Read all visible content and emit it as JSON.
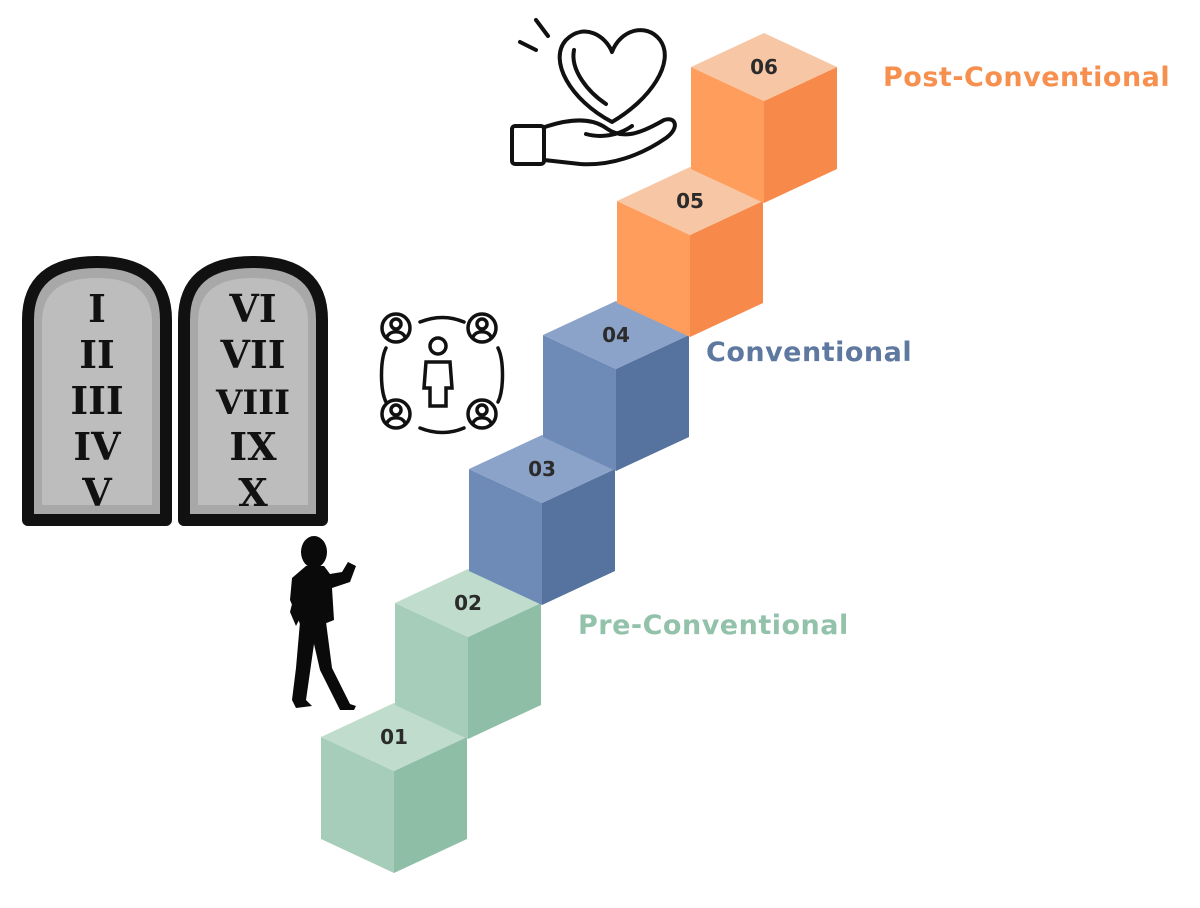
{
  "levels": {
    "post_conventional": {
      "label": "Post-Conventional",
      "color": "#f7904f"
    },
    "conventional": {
      "label": "Conventional",
      "color": "#5e78a0"
    },
    "pre_conventional": {
      "label": "Pre-Conventional",
      "color": "#93c2aa"
    }
  },
  "steps": [
    {
      "label": "01",
      "level": "pre_conventional"
    },
    {
      "label": "02",
      "level": "pre_conventional"
    },
    {
      "label": "03",
      "level": "conventional"
    },
    {
      "label": "04",
      "level": "conventional"
    },
    {
      "label": "05",
      "level": "post_conventional"
    },
    {
      "label": "06",
      "level": "post_conventional"
    }
  ],
  "tablets": {
    "left": [
      "I",
      "II",
      "III",
      "IV",
      "V"
    ],
    "right": [
      "VI",
      "VII",
      "VIII",
      "IX",
      "X"
    ]
  },
  "icons": {
    "heart_hand": "heart-in-hand-icon",
    "community": "community-network-icon",
    "person": "thinking-person-silhouette-icon",
    "tablets": "ten-commandments-tablets-icon"
  },
  "cube_colors": {
    "pre_conventional": {
      "top": "#bfdccc",
      "left": "#a6cdb9",
      "right": "#8fbea7"
    },
    "conventional": {
      "top": "#8ba3c8",
      "left": "#6e8bb8",
      "right": "#56729e"
    },
    "post_conventional": {
      "top": "#f7c7a5",
      "left": "#ff9d5c",
      "right": "#f7894a"
    }
  }
}
